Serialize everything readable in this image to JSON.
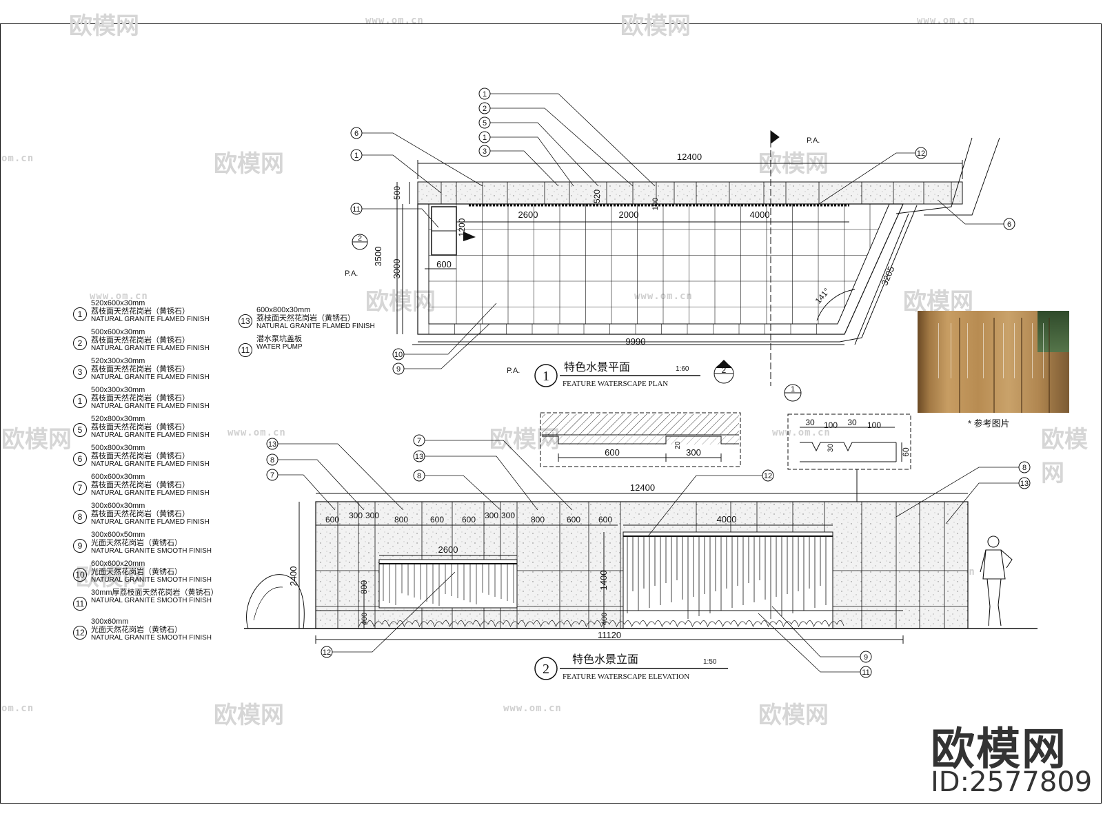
{
  "watermarks": {
    "brand": "欧模网",
    "site": "www.om.cn",
    "site_short": "om.cn",
    "brand_partial": "欧模网"
  },
  "plan": {
    "title_cn": "特色水景平面",
    "title_en": "FEATURE WATERSCAPE PLAN",
    "scale": "1:60",
    "badge": "1",
    "section_mark": "2",
    "pa": "P.A.",
    "dims": {
      "total": "12400",
      "d2600": "2600",
      "d2000": "2000",
      "d4000": "4000",
      "d520": "520",
      "d100": "100",
      "d500": "500",
      "d3500": "3500",
      "d3000": "3000",
      "d1200": "1200",
      "d600": "600",
      "d9990": "9990",
      "d3205": "3205",
      "angle": "141°"
    }
  },
  "elevation": {
    "title_cn": "特色水景立面",
    "title_en": "FEATURE WATERSCAPE ELEVATION",
    "scale": "1:50",
    "badge": "2",
    "dims": {
      "total": "12400",
      "d600": "600",
      "d300": "300",
      "d800": "800",
      "d4000": "4000",
      "d2600": "2600",
      "d2400": "2400",
      "d1400": "1400",
      "d800v": "800",
      "d400": "400",
      "d11120": "11120"
    }
  },
  "details": {
    "detail_a": {
      "d600": "600",
      "d300": "300",
      "d20": "20"
    },
    "detail_b": {
      "d30a": "30",
      "d100a": "100",
      "d30b": "30",
      "d100b": "100",
      "d30v": "30",
      "d60": "60"
    }
  },
  "legend": [
    {
      "num": "1",
      "size": "520x600x30mm",
      "cn": "荔枝面天然花岗岩（黄锈石）",
      "en": "NATURAL GRANITE FLAMED FINISH"
    },
    {
      "num": "2",
      "size": "500x600x30mm",
      "cn": "荔枝面天然花岗岩（黄锈石）",
      "en": "NATURAL GRANITE FLAMED FINISH"
    },
    {
      "num": "3",
      "size": "520x300x30mm",
      "cn": "荔枝面天然花岗岩（黄锈石）",
      "en": "NATURAL GRANITE FLAMED FINISH"
    },
    {
      "num": "1",
      "size": "500x300x30mm",
      "cn": "荔枝面天然花岗岩（黄锈石）",
      "en": "NATURAL GRANITE FLAMED FINISH"
    },
    {
      "num": "5",
      "size": "520x800x30mm",
      "cn": "荔枝面天然花岗岩（黄锈石）",
      "en": "NATURAL GRANITE FLAMED FINISH"
    },
    {
      "num": "6",
      "size": "500x800x30mm",
      "cn": "荔枝面天然花岗岩（黄锈石）",
      "en": "NATURAL GRANITE FLAMED FINISH"
    },
    {
      "num": "7",
      "size": "600x600x30mm",
      "cn": "荔枝面天然花岗岩（黄锈石）",
      "en": "NATURAL GRANITE FLAMED FINISH"
    },
    {
      "num": "8",
      "size": "300x600x30mm",
      "cn": "荔枝面天然花岗岩（黄锈石）",
      "en": "NATURAL GRANITE FLAMED FINISH"
    },
    {
      "num": "9",
      "size": "300x600x50mm",
      "cn": "光面天然花岗岩（黄锈石）",
      "en": "NATURAL GRANITE SMOOTH FINISH"
    },
    {
      "num": "10",
      "size": "600x600x20mm",
      "cn": "光面天然花岗岩（黄锈石）",
      "en": "NATURAL GRANITE SMOOTH FINISH"
    },
    {
      "num": "11",
      "size": "",
      "cn": "30mm厚荔枝面天然花岗岩（黄锈石）",
      "en": "NATURAL GRANITE SMOOTH FINISH"
    },
    {
      "num": "12",
      "size": "300x60mm",
      "cn": "光面天然花岗岩（黄锈石）",
      "en": "NATURAL GRANITE SMOOTH FINISH"
    }
  ],
  "legend2": [
    {
      "num": "13",
      "size": "600x800x30mm",
      "cn": "荔枝面天然花岗岩（黄锈石）",
      "en": "NATURAL GRANITE FLAMED FINISH"
    },
    {
      "num": "11",
      "size": "",
      "cn": "潜水泵坑盖板",
      "en": "WATER PUMP"
    }
  ],
  "callouts_plan": [
    "1",
    "2",
    "5",
    "1",
    "3",
    "6",
    "1",
    "11",
    "2",
    "10",
    "9",
    "12",
    "6",
    "1"
  ],
  "callouts_elev": [
    "13",
    "8",
    "7",
    "7",
    "13",
    "8",
    "12",
    "8",
    "13",
    "12",
    "9",
    "11"
  ],
  "photo_caption": "* 参考图片",
  "logo": {
    "brand": "欧模网",
    "id": "ID:2577809"
  }
}
